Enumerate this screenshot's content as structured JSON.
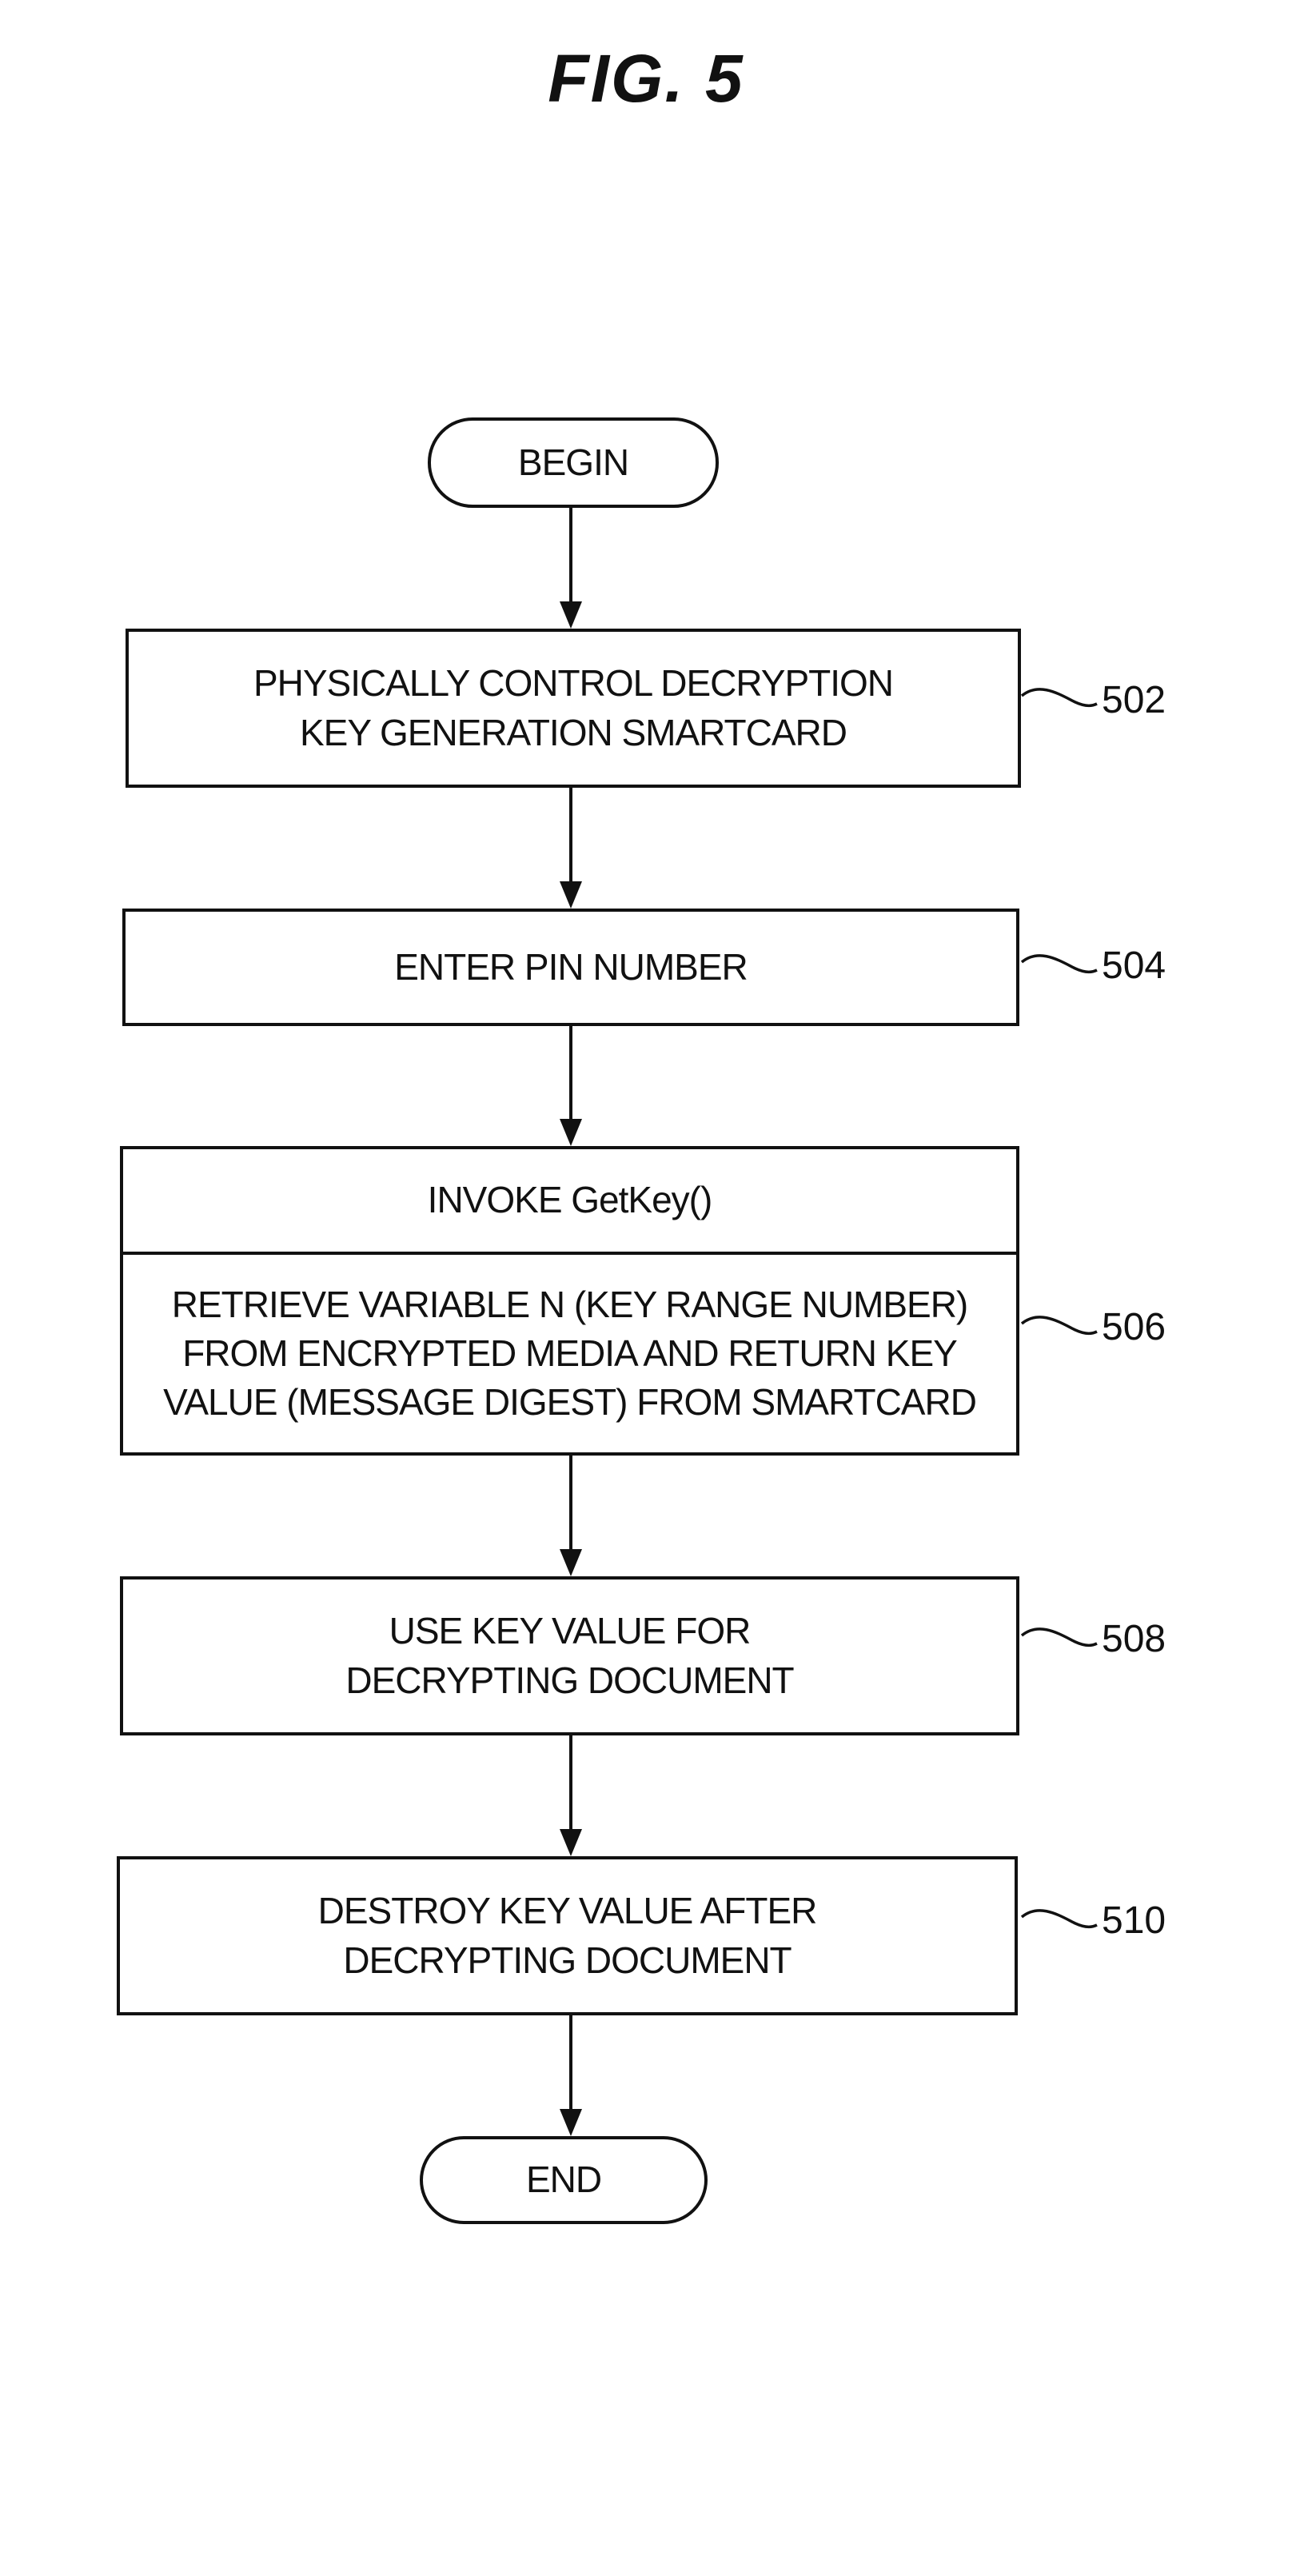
{
  "figure": {
    "title": "FIG. 5"
  },
  "nodes": {
    "begin": "BEGIN",
    "step_502": "PHYSICALLY CONTROL DECRYPTION\nKEY GENERATION SMARTCARD",
    "step_504": "ENTER PIN NUMBER",
    "step_506_header": "INVOKE GetKey()",
    "step_506_body": "RETRIEVE VARIABLE N (KEY RANGE NUMBER)\nFROM ENCRYPTED MEDIA AND RETURN KEY\nVALUE (MESSAGE DIGEST) FROM SMARTCARD",
    "step_508": "USE KEY VALUE FOR\nDECRYPTING DOCUMENT",
    "step_510": "DESTROY KEY VALUE AFTER\nDECRYPTING DOCUMENT",
    "end": "END"
  },
  "refs": {
    "r502": "502",
    "r504": "504",
    "r506": "506",
    "r508": "508",
    "r510": "510"
  }
}
